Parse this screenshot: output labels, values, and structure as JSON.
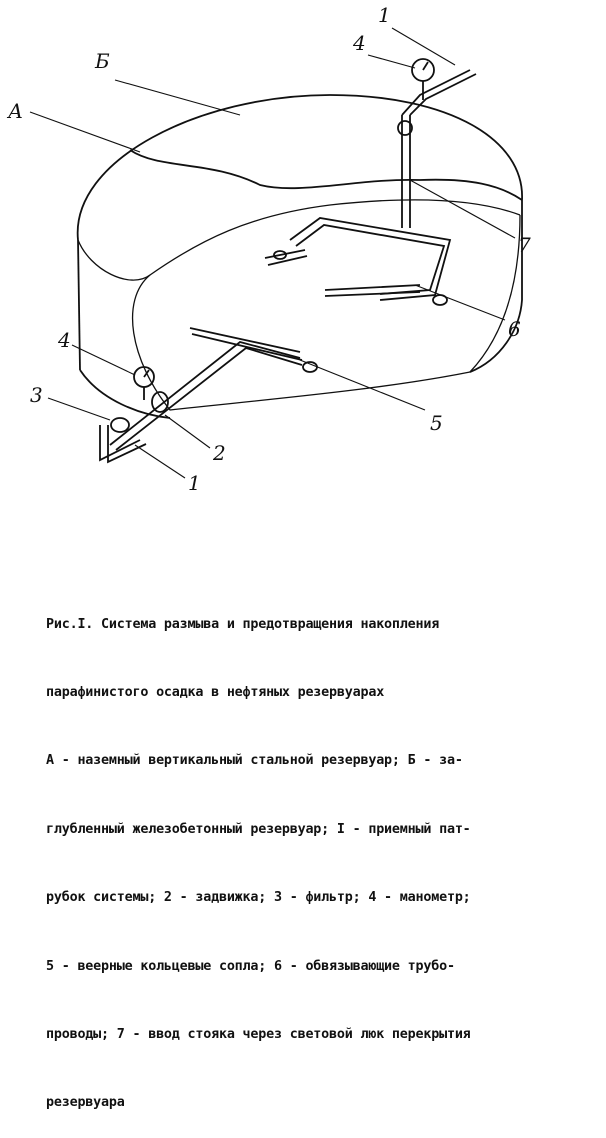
{
  "figure": {
    "labels": {
      "tank_a": "А",
      "tank_b": "Б",
      "intake_top": "1",
      "gauge_top": "4",
      "riser": "7",
      "piping": "6",
      "gauge_bottom": "4",
      "filter": "3",
      "nozzles": "5",
      "valve": "2",
      "intake_bottom": "1"
    }
  },
  "caption": {
    "lines": [
      "Рис.I. Система размыва и предотвращения накопления",
      "парафинистого осадка в нефтяных резервуарах",
      "А - наземный вертикальный стальной резервуар; Б - за-",
      "глубленный железобетонный резервуар; I - приемный пат-",
      "рубок системы; 2 - задвижка; 3 - фильтр; 4 - манометр;",
      "5 - веерные кольцевые сопла; 6 - обвязывающие трубо-",
      "проводы; 7 - ввод стояка через световой люк перекрытия",
      "резервуара"
    ]
  }
}
